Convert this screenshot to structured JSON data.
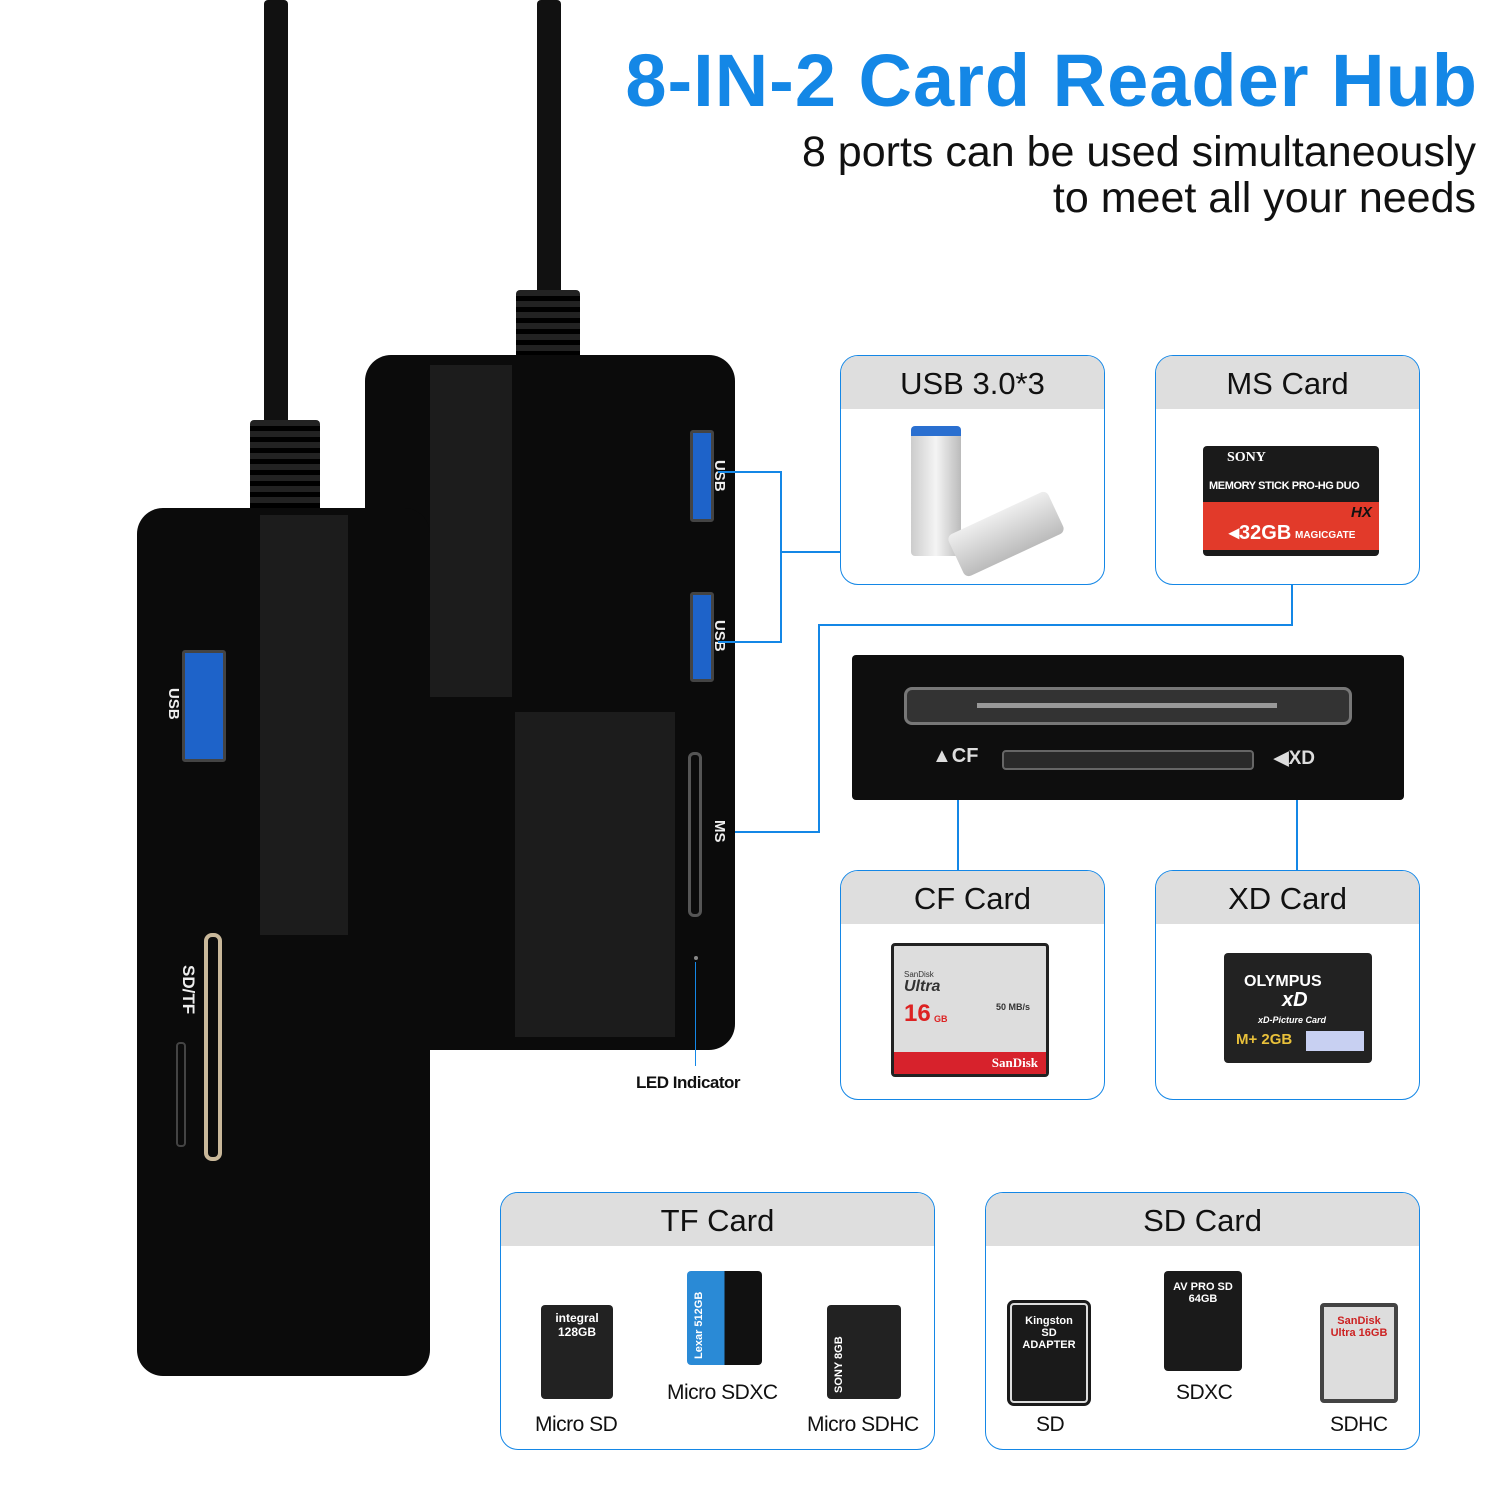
{
  "title": "8-IN-2 Card Reader Hub",
  "subtitle": [
    "8 ports can be used simultaneously",
    "to meet all your needs"
  ],
  "colors": {
    "accent": "#1487e6",
    "header_gray": "#dedede",
    "device": "#0b0b0b"
  },
  "device": {
    "port_labels": {
      "usb_front": "USB",
      "usb_back_1": "USB",
      "usb_back_2": "USB",
      "ms": "MS",
      "sd_tf": "SD/TF"
    },
    "led_label": "LED Indicator"
  },
  "reader": {
    "cf_label": "▲CF",
    "xd_label": "◀XD"
  },
  "boxes": {
    "usb": {
      "title": "USB 3.0*3"
    },
    "ms": {
      "title": "MS Card",
      "card_text": [
        "SONY",
        "MEMORY STICK PRO-HG DUO",
        "HX",
        "◂32GB",
        "MAGICGATE"
      ]
    },
    "cf": {
      "title": "CF Card",
      "card_text": [
        "SanDisk",
        "Ultra",
        "16",
        "GB",
        "50 MB/s",
        "SanDisk"
      ]
    },
    "xd": {
      "title": "XD Card",
      "card_text": [
        "OLYMPUS",
        "xD",
        "xD-Picture Card",
        "M+ 2GB"
      ]
    },
    "tf": {
      "title": "TF Card",
      "items": [
        {
          "label": "Micro SD",
          "card_text": "integral 128GB"
        },
        {
          "label": "Micro SDXC",
          "card_text": "Lexar 512GB"
        },
        {
          "label": "Micro SDHC",
          "card_text": "SONY 8GB"
        }
      ]
    },
    "sd": {
      "title": "SD Card",
      "items": [
        {
          "label": "SD",
          "card_text": "Kingston SD ADAPTER"
        },
        {
          "label": "SDXC",
          "card_text": "AV PRO SD 64GB"
        },
        {
          "label": "SDHC",
          "card_text": "SanDisk Ultra 16GB"
        }
      ]
    }
  }
}
